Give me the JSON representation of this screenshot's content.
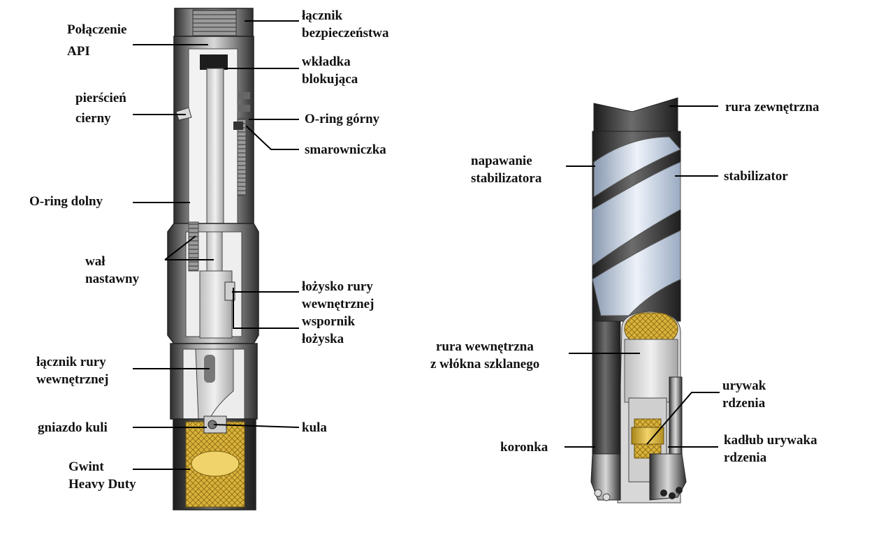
{
  "labels": {
    "polaczenie_api": [
      "Połączenie",
      "API"
    ],
    "lacznik_bezpieczenstwa": [
      "łącznik",
      "bezpieczeństwa"
    ],
    "wkladka_blokujaca": [
      "wkładka",
      "blokująca"
    ],
    "pierscien_cierny": [
      "pierścień",
      "cierny"
    ],
    "o_ring_gorny": [
      "O-ring górny"
    ],
    "smarowniczka": [
      "smarowniczka"
    ],
    "o_ring_dolny": [
      "O-ring dolny"
    ],
    "wal_nastawny": [
      "wał",
      "nastawny"
    ],
    "lozysko_rury": [
      "łożysko rury",
      "wewnętrznej"
    ],
    "wspornik_lozyska": [
      "wspornik",
      "łożyska"
    ],
    "lacznik_rury": [
      "łącznik rury",
      "wewnętrznej"
    ],
    "gniazdo_kuli": [
      "gniazdo kuli"
    ],
    "kula": [
      "kula"
    ],
    "gwint": [
      "Gwint",
      "Heavy Duty"
    ],
    "rura_zewnetrzna": [
      "rura zewnętrzna"
    ],
    "napawanie_stabilizatora": [
      "napawanie",
      "stabilizatora"
    ],
    "stabilizator": [
      "stabilizator"
    ],
    "rura_wewnetrzna": [
      "rura wewnętrzna",
      "z włókna szklanego"
    ],
    "urywak_rdzenia": [
      "urywak",
      "rdzenia"
    ],
    "koronka": [
      "koronka"
    ],
    "kadlub_urywaka": [
      "kadłub urywaka",
      "rdzenia"
    ]
  },
  "colors": {
    "steel_dark": "#3a3a3a",
    "steel_mid": "#8c8c8c",
    "steel_light": "#d6d6d6",
    "brass": "#d8b23a",
    "stabilizer_blue": "#b9c9dc"
  }
}
